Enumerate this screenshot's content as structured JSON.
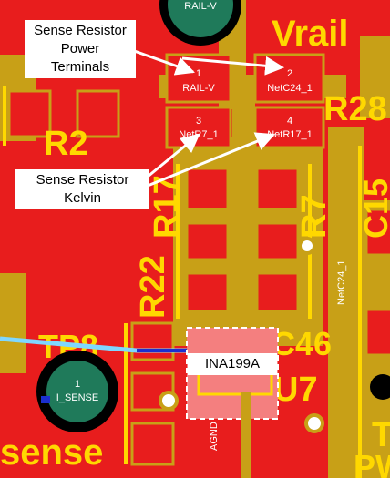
{
  "callouts": {
    "power": {
      "line1": "Sense Resistor",
      "line2": "Power",
      "line3": "Terminals"
    },
    "kelvin": {
      "line1": "Sense Resistor",
      "line2": "Kelvin"
    },
    "chip": {
      "label": "INA199A"
    }
  },
  "silkscreen": {
    "vrail": "Vrail",
    "r2": "R2",
    "r28": "R28",
    "r17": "R17",
    "r7": "R7",
    "c15": "C15",
    "r22": "R22",
    "tp8": "TP8",
    "c46": "C46",
    "u7": "U7",
    "sense": "sense",
    "t_edge": "T",
    "pw_edge": "PW"
  },
  "pads": {
    "p1": {
      "num": "1",
      "net": "RAIL-V"
    },
    "p2": {
      "num": "2",
      "net": "NetC24_1"
    },
    "p3": {
      "num": "3",
      "net": "NetR7_1"
    },
    "p4": {
      "num": "4",
      "net": "NetR17_1"
    }
  },
  "nets": {
    "vertical": "NetC24_1",
    "agnd": "AGND",
    "rail_top": "RAIL-V",
    "tp_num": "1",
    "tp_net": "I_SENSE"
  },
  "colors": {
    "board_red": "#e81d1d",
    "copper": "#c8a017",
    "silk": "#ffd800",
    "chip": "#f47f7f",
    "trace_blue": "#7fd7ff"
  }
}
